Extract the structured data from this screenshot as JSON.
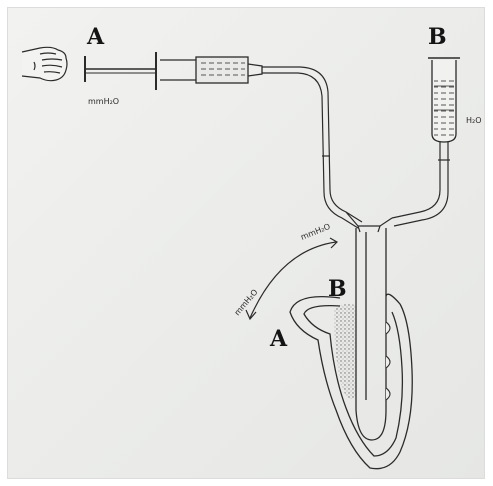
{
  "labels": {
    "syringe_letter": "A",
    "reservoir_letter": "B",
    "syringe_unit": "mmH₂O",
    "reservoir_unit": "H₂O",
    "arc_unit_upper": "mmH₂O",
    "arc_unit_lower": "mmH₂O",
    "cuff_letter_b": "B",
    "cuff_letter_a": "A"
  },
  "colors": {
    "ink": "#2b2b2b",
    "paper": "#eeeeec",
    "stipple": "#6a6a6a"
  }
}
